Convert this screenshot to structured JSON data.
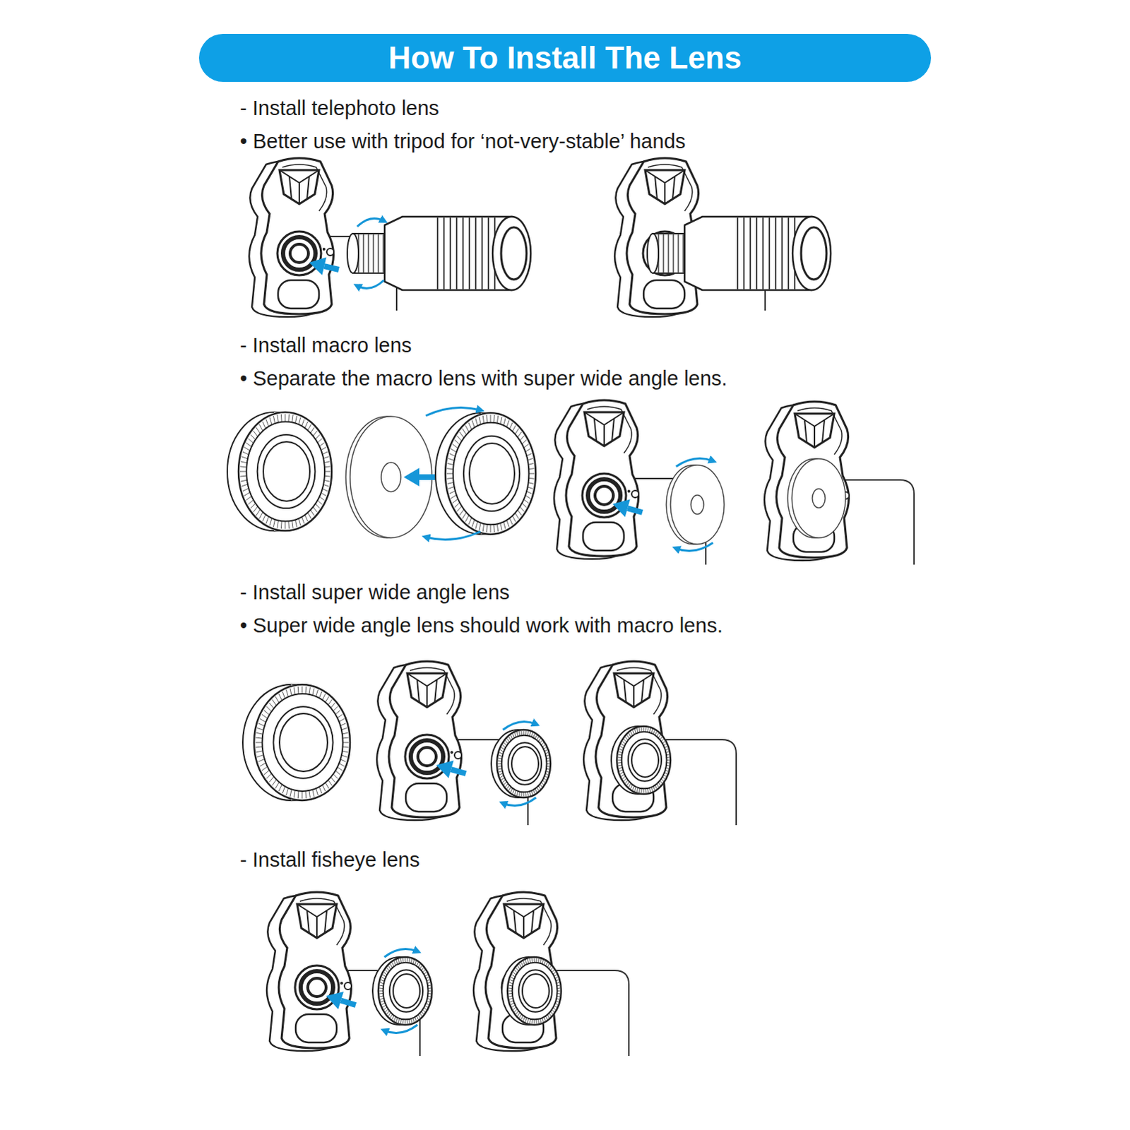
{
  "diagram": {
    "title": "How To Install The Lens",
    "labels": [
      "- Install telephoto lens",
      "• Better use with tripod for ‘not-very-stable’ hands",
      "- Install macro lens",
      "• Separate the macro lens with super wide angle lens.",
      "- Install super wide angle lens",
      "• Super wide angle lens should work with macro lens.",
      "- Install fisheye lens"
    ]
  }
}
